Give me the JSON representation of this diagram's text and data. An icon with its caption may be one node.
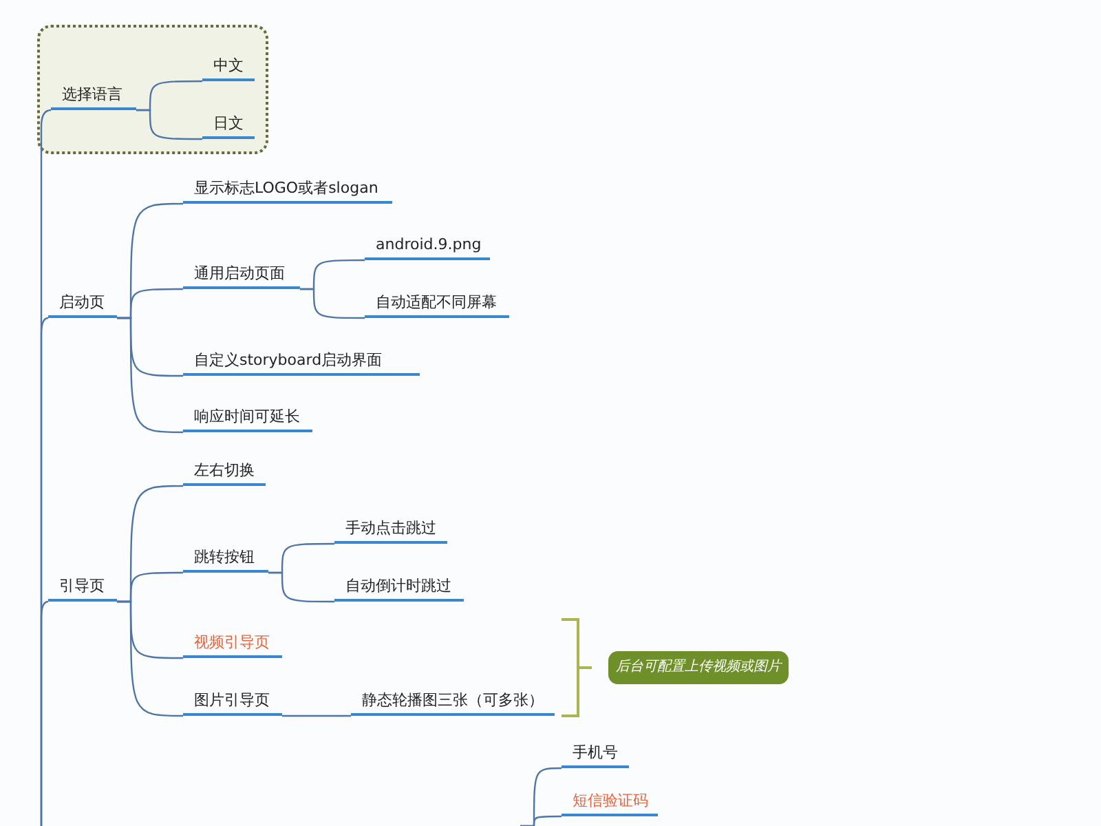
{
  "diagram": {
    "nodes": [
      {
        "text": [],
        "shape": "box"
      },
      {
        "text": [
          "选择语言"
        ],
        "in": 0
      },
      {
        "text": [
          "中文"
        ],
        "in": 0
      },
      {
        "text": [
          "日文"
        ],
        "in": 0
      },
      {
        "text": [
          "启动页"
        ]
      },
      {
        "text": [
          "显示标志LOGO或者slogan"
        ]
      },
      {
        "text": [
          "通用启动页面"
        ]
      },
      {
        "text": [
          "android.9.png"
        ]
      },
      {
        "text": [
          "自动适配不同屏幕"
        ]
      },
      {
        "text": [
          "自定义storyboard启动界面"
        ]
      },
      {
        "text": [
          "响应时间可延长"
        ]
      },
      {
        "text": [
          "引导页"
        ]
      },
      {
        "text": [
          "左右切换"
        ]
      },
      {
        "text": [
          "跳转按钮"
        ]
      },
      {
        "text": [
          "手动点击跳过"
        ]
      },
      {
        "text": [
          "自动倒计时跳过"
        ]
      },
      {
        "text": [
          "视频引导页"
        ]
      },
      {
        "text": [
          "图片引导页"
        ]
      },
      {
        "text": [
          "静态轮播图三张（可多张）"
        ]
      },
      {
        "text": [
          "后台可配置上传视频或图片"
        ]
      },
      {
        "text": [
          "手机号"
        ]
      },
      {
        "text": [
          "短信验证码"
        ]
      }
    ],
    "edges": [
      {
        "from": null,
        "to": 1,
        "arrow": "none"
      },
      {
        "from": 1,
        "to": 2,
        "arrow": "none"
      },
      {
        "from": 1,
        "to": 3,
        "arrow": "none"
      },
      {
        "from": null,
        "to": 4,
        "arrow": "none"
      },
      {
        "from": 4,
        "to": 5,
        "arrow": "none"
      },
      {
        "from": 4,
        "to": 6,
        "arrow": "none"
      },
      {
        "from": 6,
        "to": 7,
        "arrow": "none"
      },
      {
        "from": 6,
        "to": 8,
        "arrow": "none"
      },
      {
        "from": 4,
        "to": 9,
        "arrow": "none"
      },
      {
        "from": 4,
        "to": 10,
        "arrow": "none"
      },
      {
        "from": null,
        "to": 11,
        "arrow": "none"
      },
      {
        "from": 11,
        "to": 12,
        "arrow": "none"
      },
      {
        "from": 11,
        "to": 13,
        "arrow": "none"
      },
      {
        "from": 13,
        "to": 14,
        "arrow": "none"
      },
      {
        "from": 13,
        "to": 15,
        "arrow": "none"
      },
      {
        "from": 11,
        "to": 16,
        "arrow": "none"
      },
      {
        "from": 11,
        "to": 17,
        "arrow": "none"
      },
      {
        "from": 17,
        "to": 18,
        "arrow": "none"
      },
      {
        "from": null,
        "to": 20,
        "arrow": "none"
      },
      {
        "from": null,
        "to": 21,
        "arrow": "none"
      }
    ]
  }
}
